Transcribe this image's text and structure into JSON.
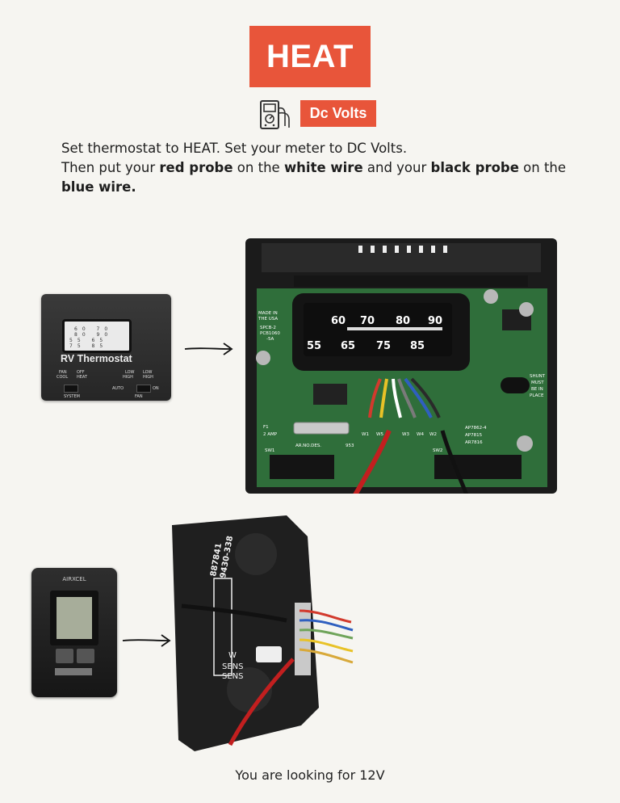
{
  "header": {
    "mode_label": "HEAT",
    "meter_setting_label": "Dc Volts",
    "meter_icon": "multimeter-icon"
  },
  "instructions": {
    "line1": "Set thermostat to HEAT. Set your meter to DC Volts.",
    "line2_a": "Then put your ",
    "red_probe": "red probe",
    "line2_b": " on the ",
    "white_wire": "white wire",
    "line2_c": " and your ",
    "black_probe": "black probe",
    "line2_d": " on the",
    "blue_wire": "blue wire."
  },
  "rv_thermostat": {
    "title": "RV Thermostat",
    "scale_top": "60 70 80 90",
    "scale_bottom": "55 65 75 85",
    "labels": [
      "FAN",
      "COOL",
      "OFF",
      "HEAT",
      "LOW",
      "HIGH",
      "LOW",
      "HIGH",
      "SYSTEM",
      "AUTO",
      "ON",
      "FAN"
    ]
  },
  "board": {
    "scale_top": [
      "60",
      "70",
      "80",
      "90"
    ],
    "scale_bottom": [
      "55",
      "65",
      "75",
      "85"
    ],
    "made_in": [
      "MADE IN",
      "THE USA"
    ],
    "part_codes": [
      "SPCB-2",
      "PCB1060",
      "-5A"
    ],
    "fuse": [
      "F1",
      "2 AMP"
    ],
    "ar_no": "AR.NO.DES.",
    "ar_no_value": "953",
    "ap_codes": [
      "AP7862-4",
      "AP7815",
      "AR7816"
    ],
    "shunt": [
      "SHUNT",
      "MUST",
      "BE IN",
      "PLACE"
    ],
    "terminals": [
      "W1",
      "W5",
      "W3",
      "W4",
      "W2"
    ],
    "switch_labels": [
      "SW1",
      "SW2"
    ],
    "wire_colors": [
      "#d23a2d",
      "#e8c227",
      "#ffffff",
      "#7a7a7a",
      "#2f5fbf",
      "#2a2a2a"
    ]
  },
  "aircxel": {
    "brand": "AIRXCEL"
  },
  "controller": {
    "codes": [
      "887841",
      "9430-338"
    ],
    "labels": [
      "W",
      "SENS",
      "SENS"
    ]
  },
  "footer": {
    "result": "You are looking for 12V"
  },
  "colors": {
    "accent": "#e8553a",
    "background": "#f6f5f1",
    "board_green": "#2f6e3a"
  }
}
